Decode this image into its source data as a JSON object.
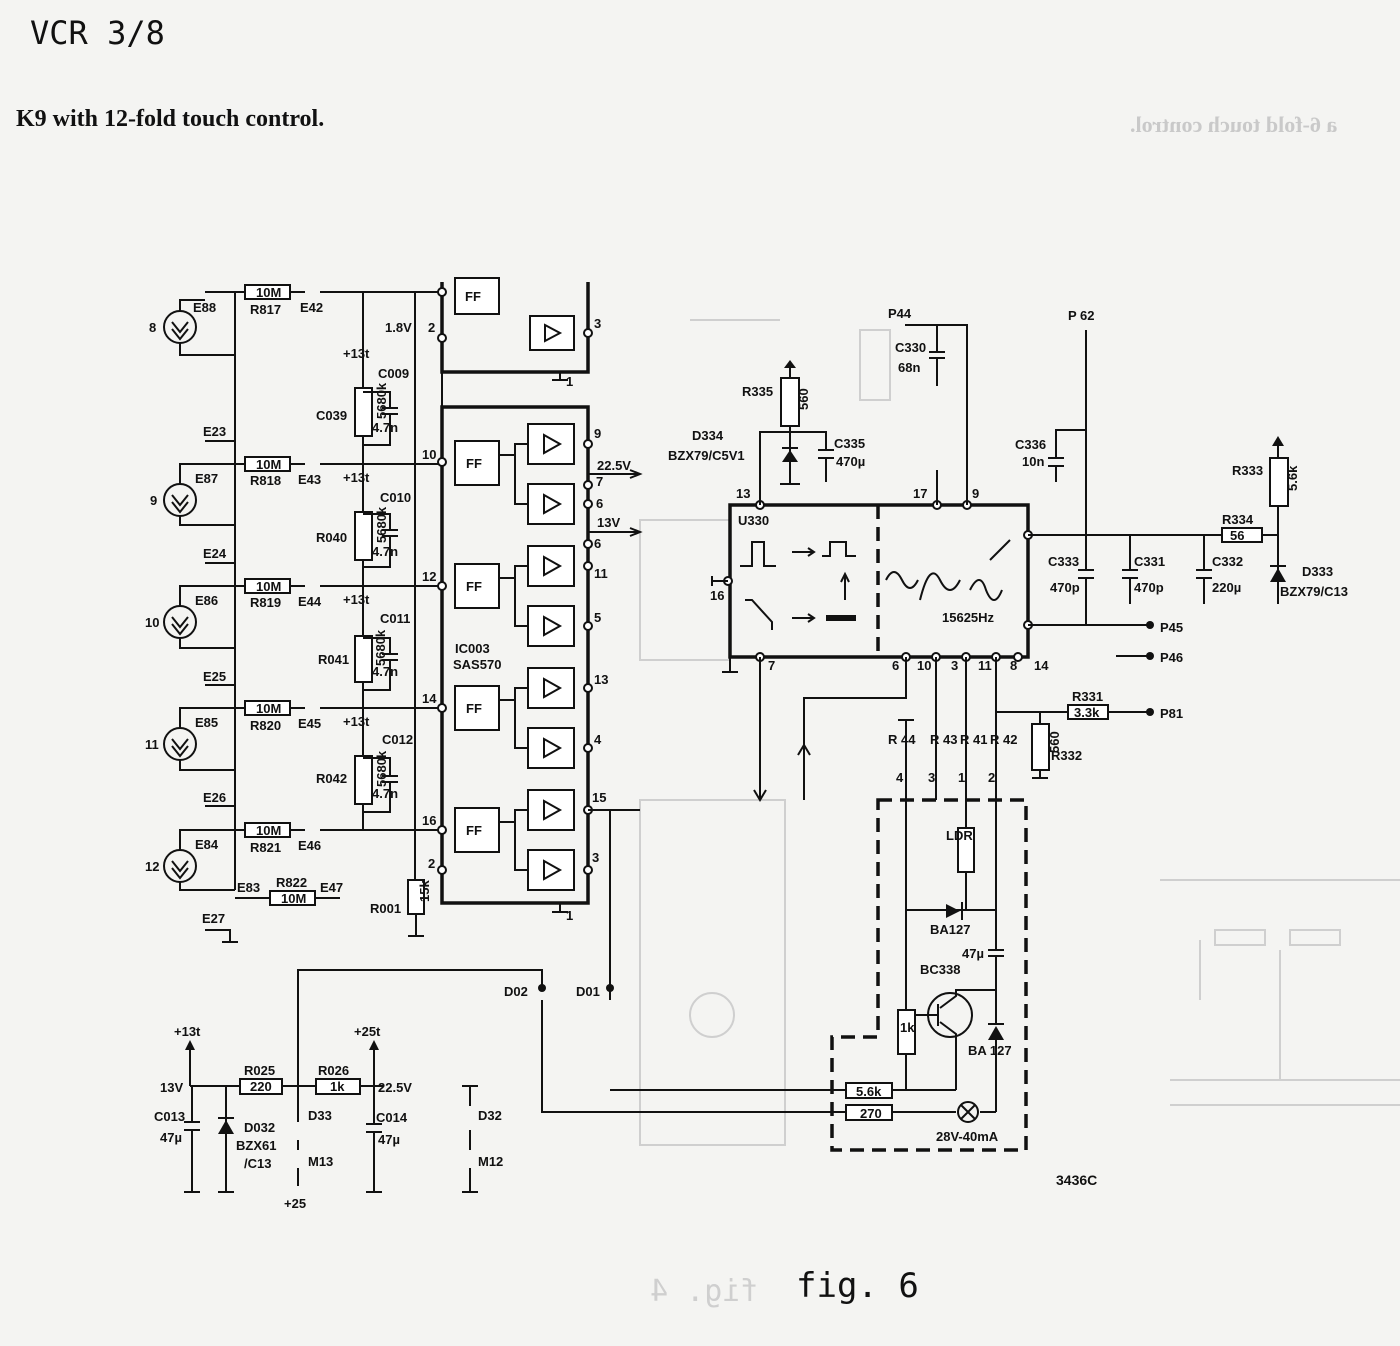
{
  "header": {
    "title": "VCR 3/8",
    "subtitle": "K9 with 12-fold touch control."
  },
  "footer": {
    "caption": "fig. 6",
    "drawing_number": "3436C"
  },
  "bleed_through": {
    "text": "a 6-fold touch control.",
    "caption": "fig. 4"
  },
  "touch_channels": [
    {
      "number": "8",
      "e_top": "",
      "e_sensor": "E88",
      "resistor": "R817",
      "value": "10M",
      "e_out": "E42"
    },
    {
      "number": "9",
      "e_top": "E23",
      "e_sensor": "E87",
      "resistor": "R818",
      "value": "10M",
      "e_out": "E43"
    },
    {
      "number": "10",
      "e_top": "E24",
      "e_sensor": "E86",
      "resistor": "R819",
      "value": "10M",
      "e_out": "E44"
    },
    {
      "number": "11",
      "e_top": "E25",
      "e_sensor": "E85",
      "resistor": "R820",
      "value": "10M",
      "e_out": "E45"
    },
    {
      "number": "12",
      "e_top": "E26",
      "e_sensor": "E84",
      "resistor": "R821",
      "value": "10M",
      "e_out": "E46"
    }
  ],
  "rc_networks": [
    {
      "resistor": "C039",
      "r_value": "5680k",
      "cap": "C009",
      "c_value": "4.7n",
      "supply": "+13t"
    },
    {
      "resistor": "R040",
      "r_value": "5680k",
      "cap": "C010",
      "c_value": "4.7n",
      "supply": "+13t"
    },
    {
      "resistor": "R041",
      "r_value": "5680k",
      "cap": "C011",
      "c_value": "4.7n",
      "supply": "+13t"
    },
    {
      "resistor": "R042",
      "r_value": "5680k",
      "cap": "C012",
      "c_value": "4.7n",
      "supply": "+13t"
    }
  ],
  "extra_labels": {
    "e83": "E83",
    "r822": "R822",
    "r822_value": "10M",
    "e47": "E47",
    "e27": "E27",
    "r001": "R001",
    "r001_value": "15k",
    "v18": "1.8V",
    "ic003": "IC003",
    "sas570": "SAS570",
    "ff": "FF",
    "v225": "22.5V",
    "v13": "13V"
  },
  "ic_pins": {
    "top": [
      "2",
      "3",
      "1"
    ],
    "main": [
      "10",
      "9",
      "7",
      "6",
      "12",
      "11",
      "5",
      "13",
      "14",
      "4",
      "16",
      "15",
      "2",
      "3",
      "1"
    ]
  },
  "u330": {
    "name": "U330",
    "freq": "15625Hz",
    "pins_top": [
      "13",
      "17",
      "9"
    ],
    "pins_bottom": [
      "7",
      "6",
      "10",
      "3",
      "11",
      "8",
      "14"
    ],
    "pin_side": "16"
  },
  "timing_parts": {
    "p44": "P44",
    "c330": "C330",
    "c330_value": "68n",
    "r335": "R335",
    "r335_value": "560",
    "d334": "D334",
    "d334_type": "BZX79/C5V1",
    "c335": "C335",
    "c335_value": "470µ",
    "c336": "C336",
    "c336_value": "10n",
    "p62": "P 62",
    "r333": "R333",
    "r333_value": "5.6k",
    "r334": "R334",
    "r334_value": "56",
    "c333": "C333",
    "c333_value": "470p",
    "c331": "C331",
    "c331_value": "470p",
    "c332": "C332",
    "c332_value": "220µ",
    "d333": "D333",
    "d333_type": "BZX79/C13",
    "p45": "P45",
    "p46": "P46",
    "r331": "R331",
    "r331_value": "3.3k",
    "p81": "P81",
    "r332": "R332",
    "r332_value": "560"
  },
  "display_module": {
    "r44": "R 44",
    "r43": "R 43",
    "r41": "R 41",
    "r42": "R 42",
    "pins": [
      "4",
      "3",
      "1",
      "2"
    ],
    "ldr": "LDR",
    "ba127a": "BA127",
    "cap": "47µ",
    "bc338": "BC338",
    "r1k": "1k",
    "ba127b": "BA 127",
    "r56k": "5.6k",
    "r270": "270",
    "lamp": "28V-40mA"
  },
  "power": {
    "d02": "D02",
    "d01": "D01",
    "p13t": "+13t",
    "v13": "13V",
    "c013": "C013",
    "c013_value": "47µ",
    "r025": "R025",
    "r025_value": "220",
    "d032": "D032",
    "d032_type": "BZX61",
    "d032_suffix": "/C13",
    "r026": "R026",
    "r026_value": "1k",
    "p25t": "+25t",
    "v225": "22.5V",
    "d33": "D33",
    "m13": "M13",
    "p25": "+25",
    "c014": "C014",
    "c014_value": "47µ",
    "d32": "D32",
    "m12": "M12"
  }
}
